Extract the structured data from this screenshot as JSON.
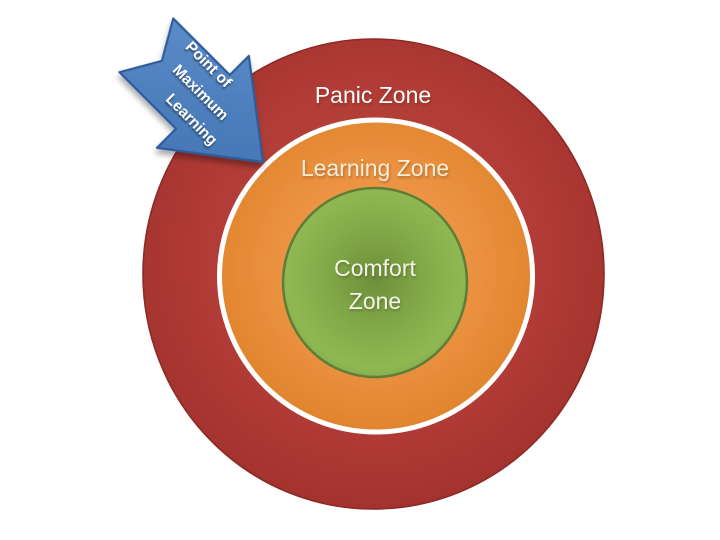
{
  "figure": {
    "type": "concentric-zones-diagram",
    "background_color": "#ffffff",
    "zones": [
      {
        "id": "panic",
        "label": "Panic Zone",
        "fill_color": "#b13b36",
        "text_color": "#fdfdfa"
      },
      {
        "id": "learning",
        "label": "Learning Zone",
        "fill_color": "#ea9140",
        "text_color": "#f6eed8"
      },
      {
        "id": "comfort",
        "label": "Comfort Zone",
        "label_lines": [
          "Comfort",
          "Zone"
        ],
        "fill_color": "#83ab49",
        "text_color": "#f2f4e8"
      }
    ],
    "arrow": {
      "label": "Point of Maximum Learning",
      "label_lines": [
        "Point of",
        "Maximum",
        "Learning"
      ],
      "fill_color": "#4a7dbd",
      "border_color": "#2d5b9b",
      "text_color": "#ffffff",
      "points_to": "Learning Zone boundary"
    }
  }
}
